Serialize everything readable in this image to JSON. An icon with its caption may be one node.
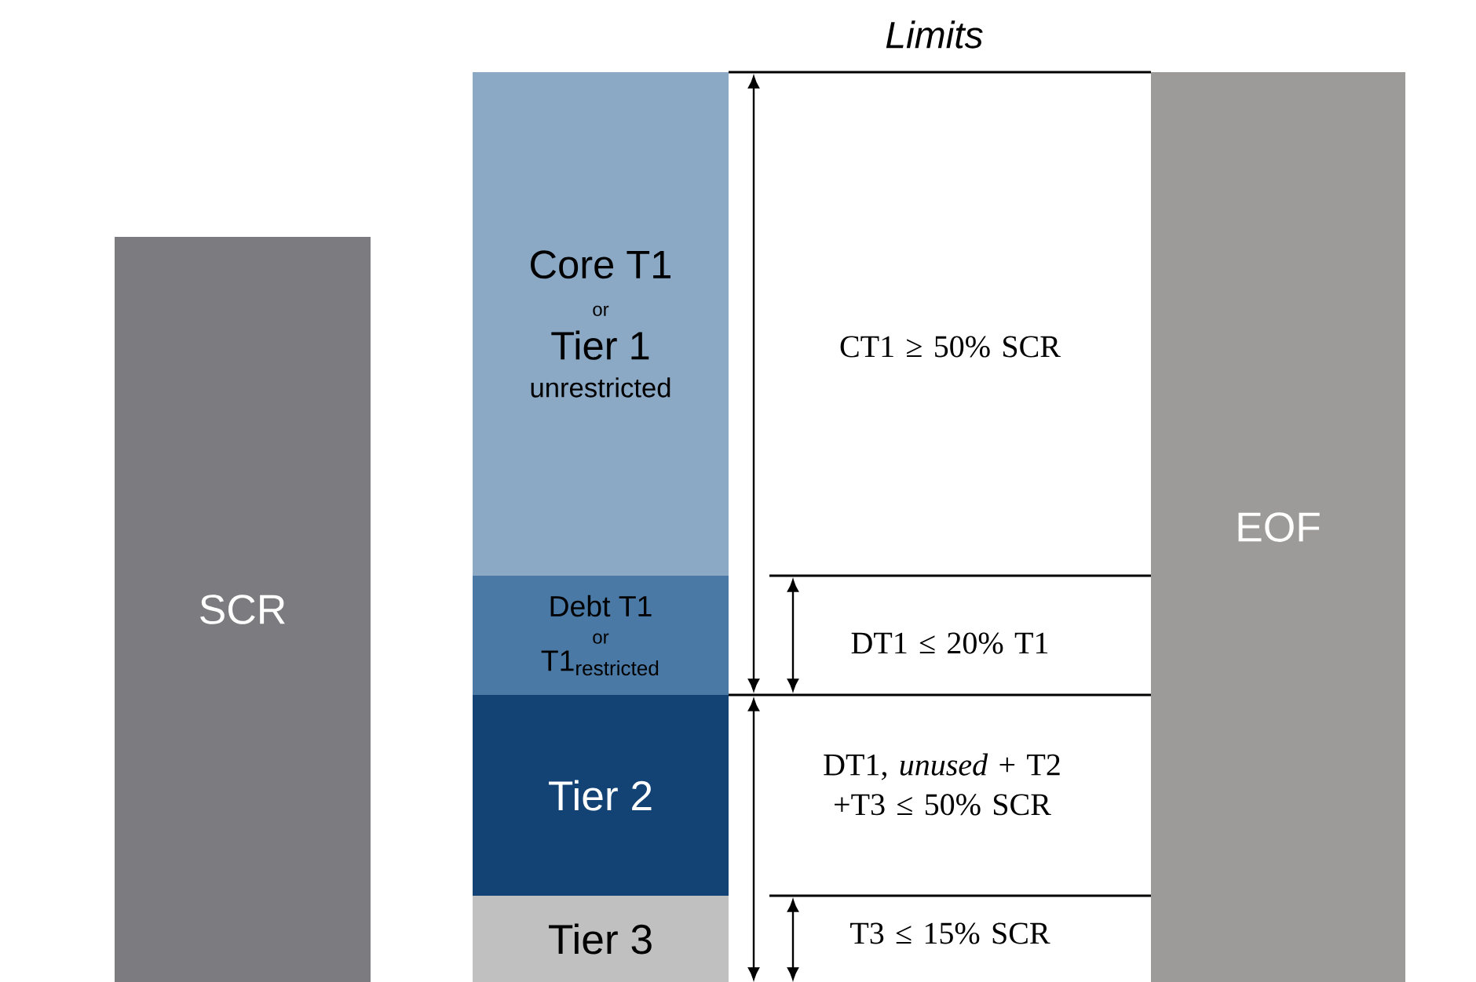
{
  "diagram": {
    "title": "Limits",
    "nodes": [
      {
        "text": [
          "SCR"
        ]
      },
      {
        "text": [
          "Core T1",
          "or",
          "Tier 1",
          "unrestricted"
        ]
      },
      {
        "text": [
          "Debt T1",
          "or",
          "\\text{T1}_{\\text{restricted}}"
        ]
      },
      {
        "text": [
          "Tier 2"
        ]
      },
      {
        "text": [
          "Tier 3"
        ]
      },
      {
        "text": [
          "EOF"
        ]
      }
    ],
    "labels": [
      "CT1 ≥ 50% SCR",
      "DT1 ≤ 20% T1",
      "DT1, *unused* + T2 +T3 ≤ 50% SCR",
      "T3 ≤ 15% SCR"
    ]
  }
}
